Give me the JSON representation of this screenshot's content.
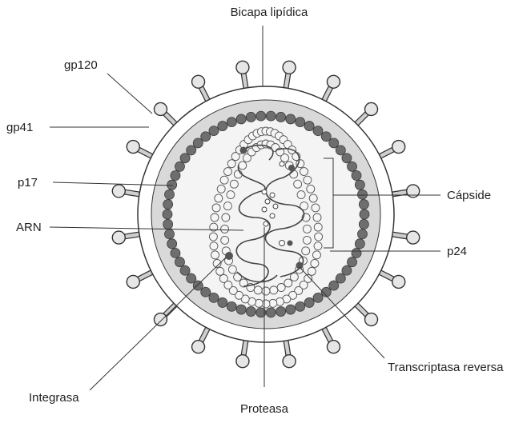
{
  "labels": {
    "bilayer": "Bicapa lipídica",
    "gp120": "gp120",
    "gp41": "gp41",
    "p17": "p17",
    "arn": "ARN",
    "capside": "Cápside",
    "p24": "p24",
    "transcriptase": "Transcriptasa reversa",
    "integrase": "Integrasa",
    "protease": "Proteasa"
  },
  "colors": {
    "outer_fill": "#ffffff",
    "bilayer_fill": "#d9d9d9",
    "matrix_bead": "#6e6e6e",
    "capsid_bead": "#f5f5f5",
    "stroke": "#333333",
    "enzyme": "#555555"
  }
}
